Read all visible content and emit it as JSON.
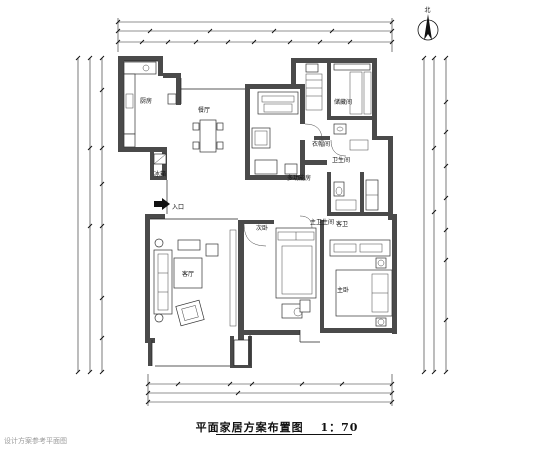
{
  "title": {
    "main": "平面家居方案布置图",
    "scale": "1：70"
  },
  "north_label": "北",
  "rooms": {
    "kitchen": "厨房",
    "dining": "餐厅",
    "fridge": "冰箱",
    "entrance": "入口",
    "living": "客厅",
    "bedroom_b": "次卧",
    "master_bedroom": "主卧",
    "bathroom": "卫生间",
    "guest_toilet": "客卫",
    "master_bath": "主卫生间",
    "storage": "储藏间",
    "cloakroom": "衣帽间",
    "study": "多功能房"
  },
  "watermark": "设计方案参考平面图"
}
